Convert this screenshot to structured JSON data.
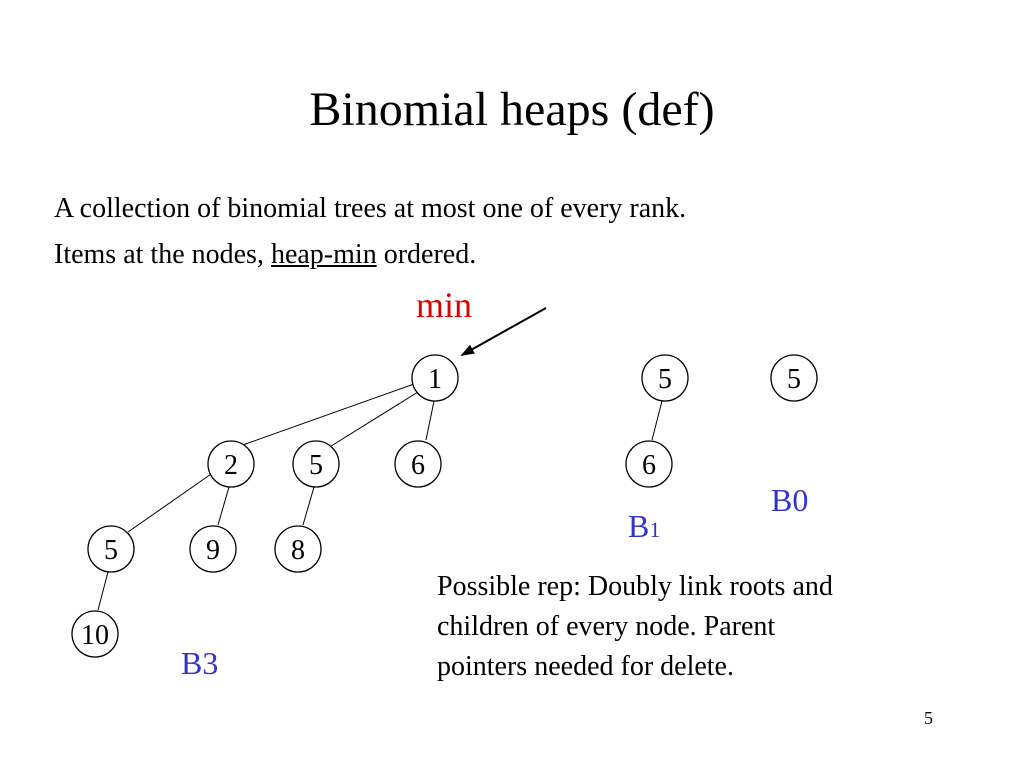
{
  "title": "Binomial heaps (def)",
  "bullets": {
    "line1": "A collection of binomial trees at most one of every rank.",
    "line2_before": "Items at the nodes, ",
    "line2_underlined": "heap-min",
    "line2_after": " ordered."
  },
  "min_label": "min",
  "colors": {
    "min_label": "#e00000",
    "tree_label": "#3333cc",
    "node_stroke": "#000000"
  },
  "trees": [
    {
      "label_main": "B3",
      "label_sub": "",
      "nodes": [
        {
          "id": "b3-root",
          "value": "1"
        },
        {
          "id": "b3-child-a",
          "value": "2"
        },
        {
          "id": "b3-child-b",
          "value": "5"
        },
        {
          "id": "b3-child-c",
          "value": "6"
        },
        {
          "id": "b3-grandchild-a",
          "value": "5"
        },
        {
          "id": "b3-grandchild-b",
          "value": "9"
        },
        {
          "id": "b3-grandchild-c",
          "value": "8"
        },
        {
          "id": "b3-great-grandchild",
          "value": "10"
        }
      ],
      "edges": [
        [
          "b3-root",
          "b3-child-a"
        ],
        [
          "b3-root",
          "b3-child-b"
        ],
        [
          "b3-root",
          "b3-child-c"
        ],
        [
          "b3-child-a",
          "b3-grandchild-a"
        ],
        [
          "b3-child-a",
          "b3-grandchild-b"
        ],
        [
          "b3-child-b",
          "b3-grandchild-c"
        ],
        [
          "b3-grandchild-a",
          "b3-great-grandchild"
        ]
      ]
    },
    {
      "label_main": "B",
      "label_sub": "1",
      "nodes": [
        {
          "id": "b1-root",
          "value": "5"
        },
        {
          "id": "b1-child",
          "value": "6"
        }
      ],
      "edges": [
        [
          "b1-root",
          "b1-child"
        ]
      ]
    },
    {
      "label_main": "B0",
      "label_sub": "",
      "nodes": [
        {
          "id": "b0-root",
          "value": "5"
        }
      ],
      "edges": []
    }
  ],
  "note": {
    "line1": "Possible rep: Doubly link roots and",
    "line2": "children of every node. Parent",
    "line3": "pointers needed for delete."
  },
  "page_number": "5"
}
